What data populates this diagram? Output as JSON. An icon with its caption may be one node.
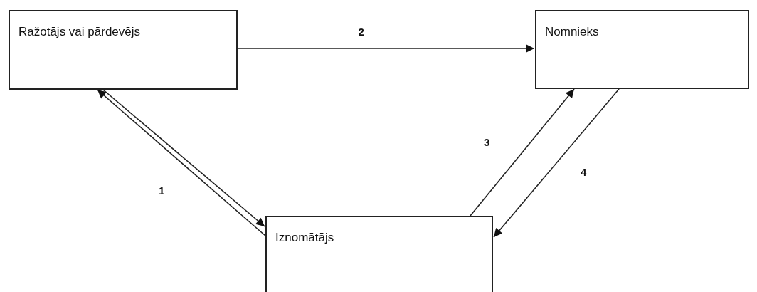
{
  "diagram": {
    "nodes": [
      {
        "text": [
          "Ražotājs vai pārdevējs"
        ]
      },
      {
        "text": [
          "Nomnieks"
        ]
      },
      {
        "text": [
          "Iznomātājs"
        ]
      }
    ],
    "edges": [
      {
        "from": 2,
        "to": 0,
        "arrow": "to",
        "label": "1"
      },
      {
        "from": 0,
        "to": 2,
        "arrow": "to"
      },
      {
        "from": 0,
        "to": 1,
        "arrow": "to",
        "label": "2"
      },
      {
        "from": 2,
        "to": 1,
        "arrow": "to",
        "label": "3"
      },
      {
        "from": 1,
        "to": 2,
        "arrow": "to",
        "label": "4"
      }
    ]
  }
}
